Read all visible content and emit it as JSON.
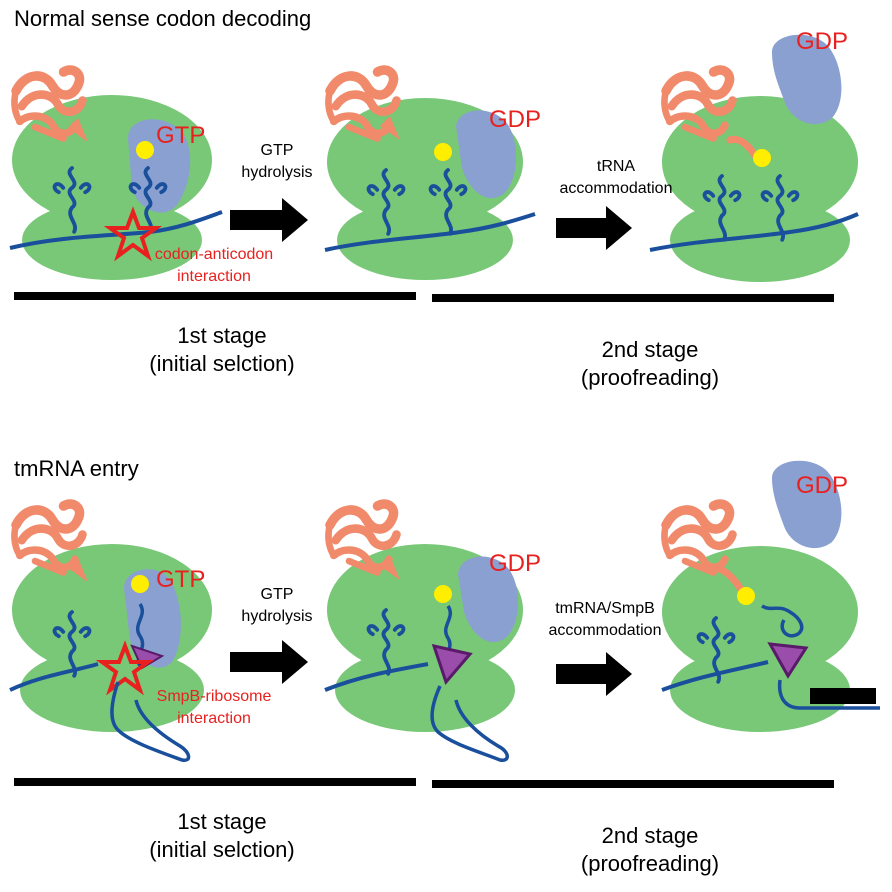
{
  "top": {
    "title": "Normal sense codon decoding",
    "panel1": {
      "factor_label": "GTP",
      "interaction_line1": "codon-anticodon",
      "interaction_line2": "interaction"
    },
    "arrow1": {
      "line1": "GTP",
      "line2": "hydrolysis"
    },
    "panel2": {
      "factor_label": "GDP"
    },
    "arrow2": {
      "line1": "tRNA",
      "line2": "accommodation"
    },
    "panel3": {
      "factor_label": "GDP"
    },
    "stage1": {
      "line1": "1st stage",
      "line2": "(initial selction)"
    },
    "stage2": {
      "line1": "2nd stage",
      "line2": "(proofreading)"
    }
  },
  "bottom": {
    "title": "tmRNA entry",
    "panel1": {
      "factor_label": "GTP",
      "interaction_line1": "SmpB-ribosome",
      "interaction_line2": "interaction"
    },
    "arrow1": {
      "line1": "GTP",
      "line2": "hydrolysis"
    },
    "panel2": {
      "factor_label": "GDP"
    },
    "arrow2": {
      "line1": "tmRNA/SmpB",
      "line2": "accommodation"
    },
    "panel3": {
      "factor_label": "GDP"
    },
    "stage1": {
      "line1": "1st stage",
      "line2": "(initial selction)"
    },
    "stage2": {
      "line1": "2nd stage",
      "line2": "(proofreading)"
    }
  },
  "colors": {
    "ribosome": "#78c878",
    "ef_tu": "#8aa0d0",
    "gtp_ball": "#ffee00",
    "peptide": "#f08a6a",
    "mrna": "#1a4f9c",
    "smpb": "#9b4dab",
    "highlight": "#e8211f"
  }
}
